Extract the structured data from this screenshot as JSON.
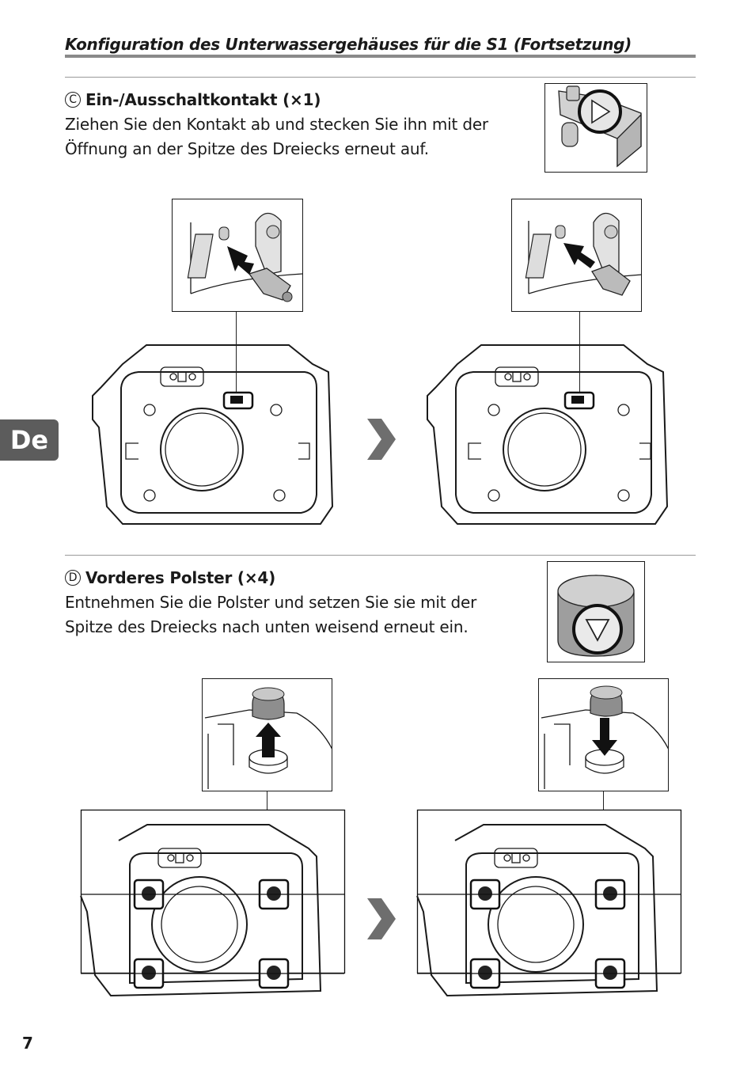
{
  "page": {
    "title": "Konfiguration des Unterwassergehäuses für die S1 (Fortsetzung)",
    "language_tab": "De",
    "page_number": "7"
  },
  "section_c": {
    "marker": "C",
    "heading": "Ein-/Ausschaltkontakt (×1)",
    "body": "Ziehen Sie den Kontakt ab und stecken Sie ihn mit der Öffnung an der Spitze des Dreiecks erneut auf."
  },
  "section_d": {
    "marker": "D",
    "heading": "Vorderes Polster (×4)",
    "body": "Entnehmen Sie die Polster und setzen Sie sie mit der Spitze des Dreiecks nach unten weisend erneut ein."
  },
  "icons": [
    "power-contact-illustration",
    "front-pad-illustration",
    "housing-illustration",
    "next-step-arrow-icon"
  ],
  "colors": {
    "rule": "#8a8a8a",
    "tab": "#5c5c5c",
    "arrow": "#6e6e6e"
  }
}
